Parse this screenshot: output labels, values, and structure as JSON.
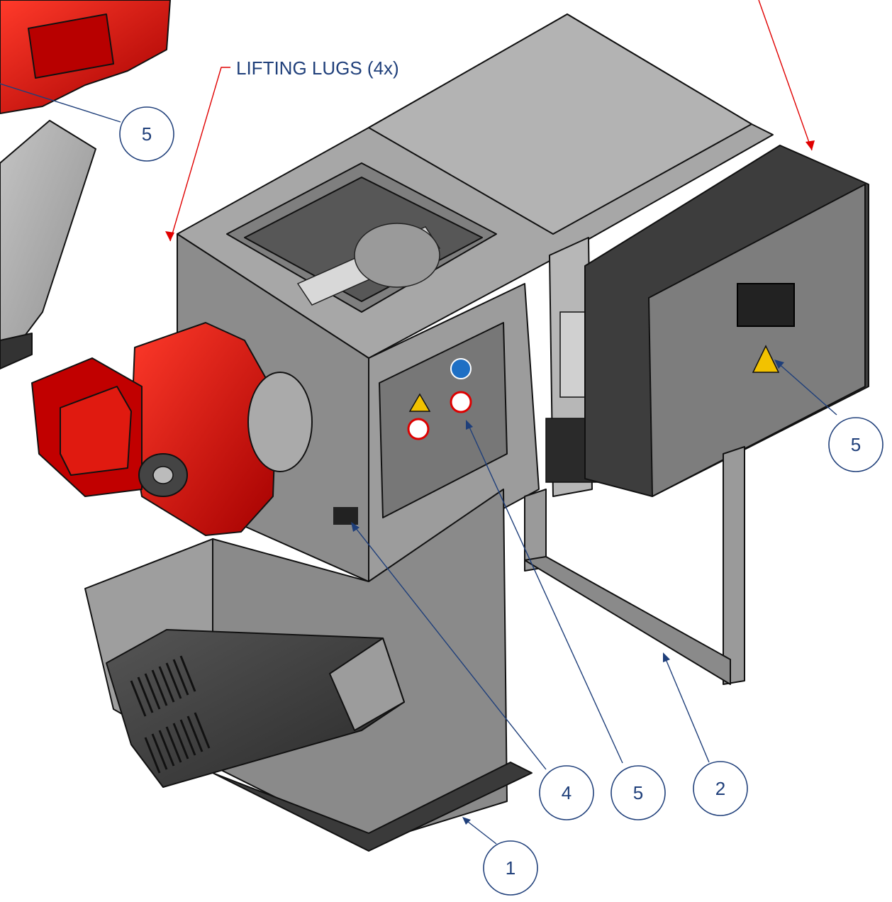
{
  "labels": {
    "lifting_lugs": "LIFTING LUGS (4x)"
  },
  "callouts": [
    {
      "id": "callout-5-topleft",
      "text": "5"
    },
    {
      "id": "callout-5-box",
      "text": "5"
    },
    {
      "id": "callout-4",
      "text": "4"
    },
    {
      "id": "callout-5-panel",
      "text": "5"
    },
    {
      "id": "callout-2",
      "text": "2"
    },
    {
      "id": "callout-1",
      "text": "1"
    }
  ],
  "colors": {
    "callout": "#1f3f7a",
    "leader_red": "#e00000",
    "motor_red": "#d00000",
    "steel": "#9a9a9a",
    "enclosure": "#3c3c3c"
  }
}
